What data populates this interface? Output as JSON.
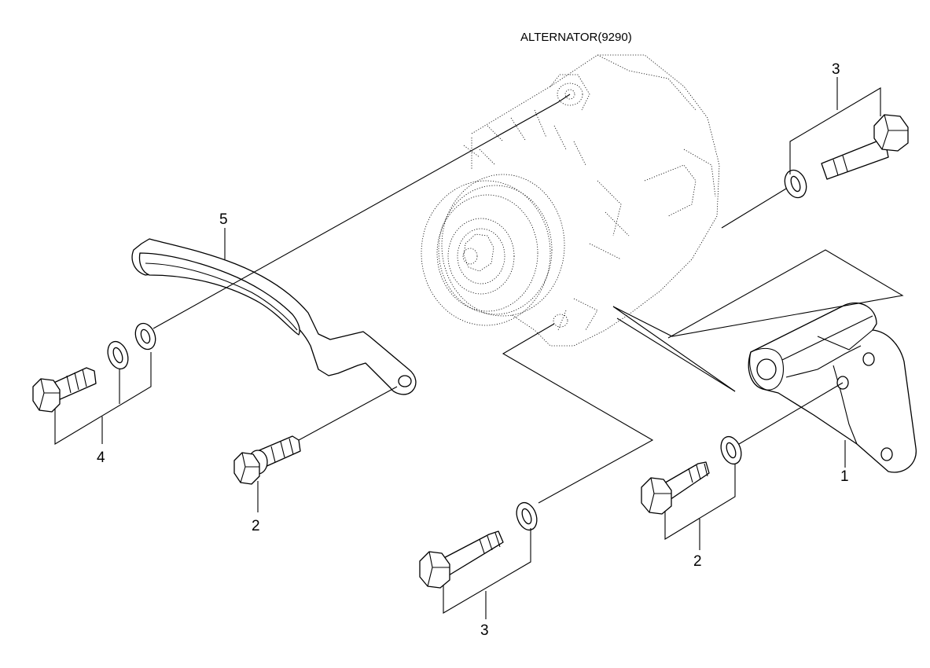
{
  "title": "ALTERNATOR(9290)",
  "callouts": {
    "c1": "1",
    "c2_left": "2",
    "c2_right": "2",
    "c3_top": "3",
    "c3_bottom": "3",
    "c4": "4",
    "c5": "5"
  }
}
